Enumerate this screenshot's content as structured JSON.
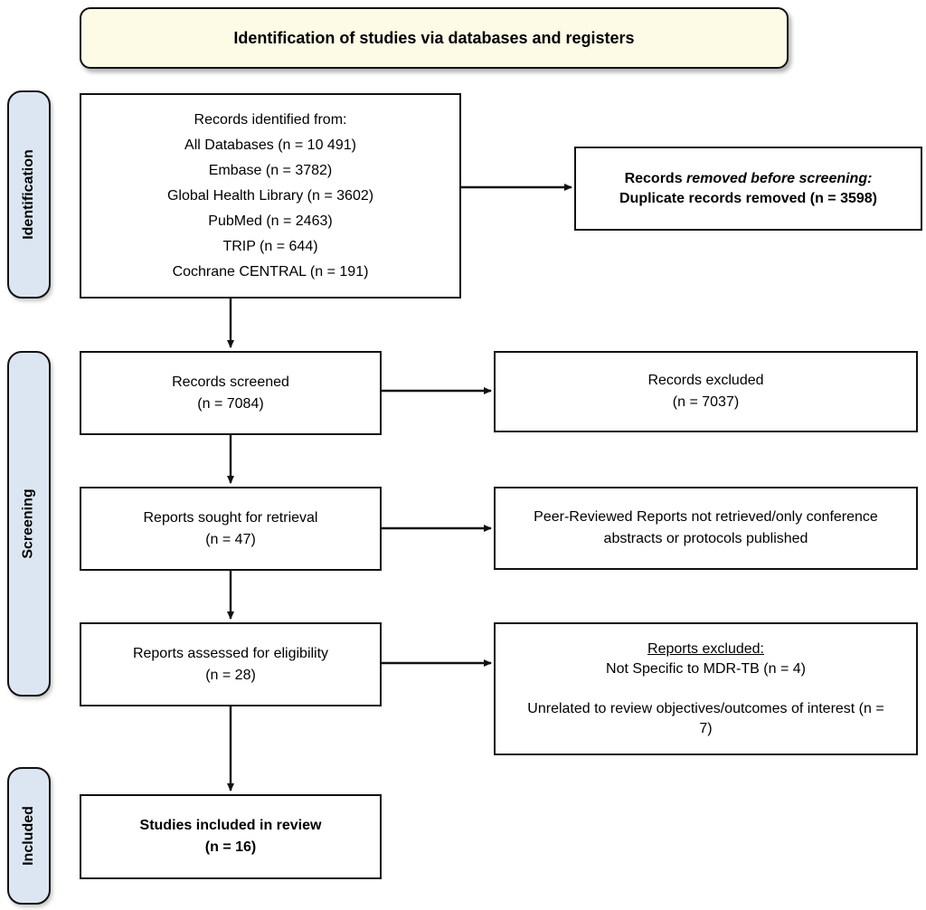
{
  "title": "Identification of studies via databases and registers",
  "stages": {
    "identification": "Identification",
    "screening": "Screening",
    "included": "Included"
  },
  "boxes": {
    "records_identified": {
      "heading": "Records identified from:",
      "items": [
        "All Databases (n = 10 491)",
        "Embase (n = 3782)",
        "Global Health Library (n = 3602)",
        "PubMed (n = 2463)",
        "TRIP (n = 644)",
        "Cochrane CENTRAL (n = 191)"
      ]
    },
    "records_removed": {
      "line1_lead": "Records ",
      "line1_italic": "removed before screening:",
      "line2": "Duplicate records removed (n = 3598)"
    },
    "records_screened": {
      "line1": "Records screened",
      "line2": "(n = 7084)"
    },
    "records_excluded": {
      "line1": "Records excluded",
      "line2": "(n = 7037)"
    },
    "reports_sought": {
      "line1": "Reports sought for retrieval",
      "line2": "(n = 47)"
    },
    "reports_not_retrieved": {
      "text": "Peer-Reviewed Reports not retrieved/only conference abstracts or protocols published"
    },
    "reports_assessed": {
      "line1": "Reports assessed for eligibility",
      "line2": "(n = 28)"
    },
    "reports_excluded": {
      "heading": "Reports excluded:",
      "reason1": "Not Specific to MDR-TB (n = 4)",
      "reason2": "Unrelated to review objectives/outcomes of interest (n = 7)"
    },
    "studies_included": {
      "line1": "Studies included in review",
      "line2": "(n = 16)"
    }
  },
  "colors": {
    "title_bg": "#FDFAE6",
    "stage_bg": "#DCE6F3",
    "border": "#111111"
  }
}
